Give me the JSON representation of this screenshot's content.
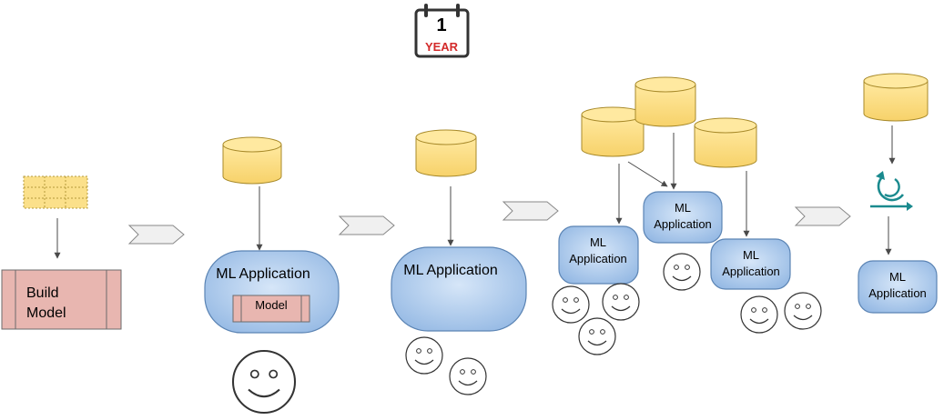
{
  "badge": {
    "number": "1",
    "label": "YEAR"
  },
  "build_model": {
    "line1": "Build",
    "line2": "Model"
  },
  "stage1": {
    "app_label": "ML Application",
    "model_label": "Model"
  },
  "stage2": {
    "app_label": "ML Application"
  },
  "stage3": {
    "apps": [
      {
        "line1": "ML",
        "line2": "Application"
      },
      {
        "line1": "ML",
        "line2": "Application"
      },
      {
        "line1": "ML",
        "line2": "Application"
      }
    ]
  },
  "stage4": {
    "app": {
      "line1": "ML",
      "line2": "Application"
    }
  },
  "colors": {
    "database_fill": "#fbe08a",
    "database_stroke": "#a88a2a",
    "app_fill": "#a9c7ea",
    "app_stroke": "#5b84b4",
    "build_fill": "#e8b6b0",
    "chevron_fill": "#f0f0f0",
    "retrain_icon": "#1a8a8e",
    "badge_red": "#d32a2a"
  }
}
